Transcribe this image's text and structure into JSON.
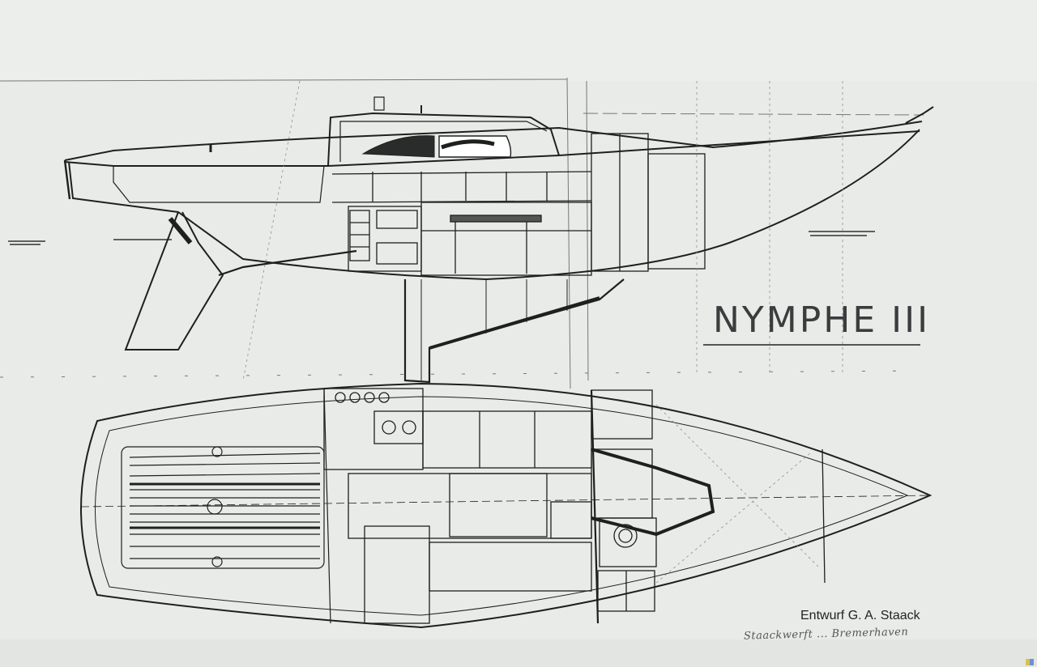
{
  "drawing": {
    "title": "NYMPHE III",
    "credit": "Entwurf G. A. Staack",
    "signature": "Staackwerft ... Bremerhaven"
  },
  "colors": {
    "paper": "#e9ebe8",
    "ink": "#1e2020",
    "faint_ink": "#8a8e8e"
  }
}
